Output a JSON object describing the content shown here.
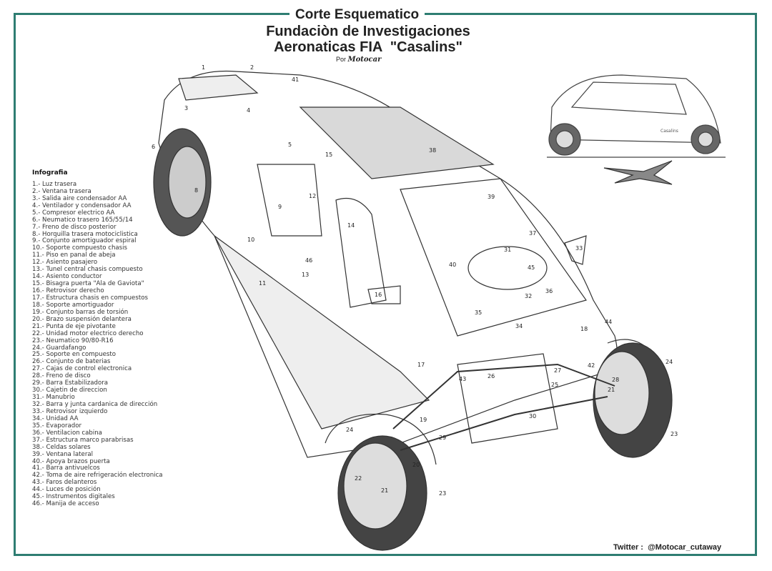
{
  "header": {
    "title": "Corte Esquematico",
    "subtitle_line1": "Fundaciòn de Investigaciones",
    "subtitle_line2": "Aeronaticas FIA  \"Casalins\"",
    "by_label": "Por",
    "by_brand": "Motocar"
  },
  "legend": {
    "heading": "Infografia",
    "items": [
      "1.- Luz trasera",
      "2.- Ventana trasera",
      "3.- Salida aire condensador AA",
      "4.- Ventilador y condensador AA",
      "5.- Compresor electrico AA",
      "6.- Neumatico trasero 165/55/14",
      "7.- Freno de disco posterior",
      "8.- Horquilla trasera motociclistica",
      "9.- Conjunto amortiguador espiral",
      "10.- Soporte compuesto chasis",
      "11.- Piso en panal de abeja",
      "12.- Asiento pasajero",
      "13.- Tunel central chasis compuesto",
      "14.- Asiento conductor",
      "15.- Bisagra puerta \"Ala de Gaviota\"",
      "16.- Retrovisor derecho",
      "17.- Estructura chasis en compuestos",
      "18.- Soporte amortiguador",
      "19.- Conjunto barras de torsión",
      "20.- Brazo suspensión delantera",
      "21.- Punta de eje pivotante",
      "22.- Unidad motor electrico derecho",
      "23.- Neumatico 90/80-R16",
      "24.- Guardafango",
      "25.- Soporte en compuesto",
      "26.- Conjunto de baterias",
      "27.- Cajas de control electronica",
      "28.- Freno de disco",
      "29.- Barra Estabilizadora",
      "30.- Cajetin de direccion",
      "31.- Manubrio",
      "32.- Barra y junta cardanica de dirección",
      "33.- Retrovisor izquierdo",
      "34.- Unidad AA",
      "35.- Evaporador",
      "36.- Ventilacion cabina",
      "37.- Estructura marco parabrisas",
      "38.- Celdas solares",
      "39.- Ventana lateral",
      "40.- Apoya brazos puerta",
      "41.- Barra antivuelcos",
      "42.- Toma de aire refrigeración electronica",
      "43.- Faros delanteros",
      "44.- Luces de posición",
      "45.- Instrumentos digitales",
      "46.- Manija de acceso"
    ]
  },
  "callouts": [
    "1",
    "2",
    "41",
    "3",
    "4",
    "5",
    "15",
    "38",
    "6",
    "39",
    "12",
    "9",
    "8",
    "14",
    "10",
    "37",
    "33",
    "31",
    "45",
    "40",
    "11",
    "13",
    "46",
    "16",
    "32",
    "36",
    "35",
    "34",
    "18",
    "44",
    "17",
    "43",
    "26",
    "27",
    "42",
    "25",
    "24",
    "28",
    "21",
    "19",
    "30",
    "29",
    "24",
    "22",
    "20",
    "21",
    "23",
    "23"
  ],
  "inset": {
    "brand": "Casalins"
  },
  "footer": {
    "twitter": "Twitter :  @Motocar_cutaway"
  },
  "colors": {
    "frame": "#2e7d72"
  }
}
